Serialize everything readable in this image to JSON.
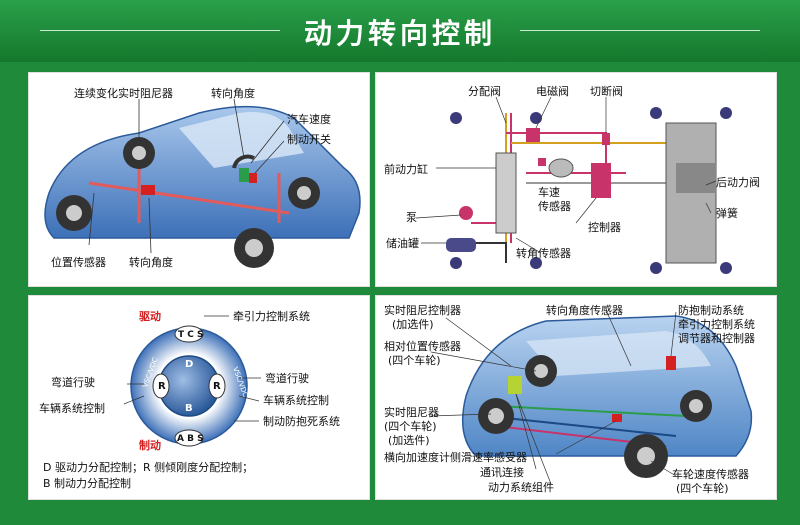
{
  "title": "动力转向控制",
  "panel1": {
    "labels": {
      "damper": "连续变化实时阻尼器",
      "steer_angle_top": "转向角度",
      "speed": "汽车速度",
      "brake_switch": "制动开关",
      "position_sensor": "位置传感器",
      "steer_angle_bottom": "转向角度"
    }
  },
  "panel2": {
    "labels": {
      "dist_valve": "分配阀",
      "solenoid": "电磁阀",
      "cutoff": "切断阀",
      "front_cyl": "前动力缸",
      "speed_sensor_1": "车速",
      "speed_sensor_2": "传感器",
      "rear_valve": "后动力阀",
      "pump": "泵",
      "controller": "控制器",
      "spring": "弹簧",
      "tank": "储油罐",
      "steer_sensor": "转角传感器"
    }
  },
  "panel3": {
    "ring": {
      "top": "T C S",
      "bottom": "A B S",
      "left": "R",
      "right": "R",
      "center_top": "D",
      "center_bottom": "B",
      "vsc": "VSC/VDC"
    },
    "labels": {
      "drive": "驱动",
      "traction": "牵引力控制系统",
      "curve_left": "弯道行驶",
      "curve_right": "弯道行驶",
      "vehicle_ctrl_left": "车辆系统控制",
      "vehicle_ctrl_right": "车辆系统控制",
      "abs": "制动防抱死系统",
      "brake": "制动"
    },
    "legend": [
      "D  驱动力分配控制；R  侧倾刚度分配控制；",
      "B  制动力分配控制"
    ]
  },
  "panel4": {
    "labels": {
      "rt_damper_ctrl_1": "实时阻尼控制器",
      "rt_damper_ctrl_2": "(加选件)",
      "steer_angle_sensor": "转向角度传感器",
      "abs_1": "防抱制动系统",
      "abs_2": "牵引力控制系统",
      "abs_3": "调节器和控制器",
      "rel_pos_1": "相对位置传感器",
      "rel_pos_2": "(四个车轮)",
      "rt_damper_1": "实时阻尼器",
      "rt_damper_2": "(四个车轮)",
      "rt_damper_3": "(加选件)",
      "lateral": "横向加速度计侧滑速率感受器",
      "comm": "通讯连接",
      "power_module": "动力系统组件",
      "wheel_speed_1": "车轮速度传感器",
      "wheel_speed_2": "(四个车轮)"
    }
  },
  "colors": {
    "frame_green": "#1f8a3a",
    "car_blue": "#4f86c6",
    "sensor_red": "#d42020",
    "hydraulic_pink": "#c8336a"
  }
}
